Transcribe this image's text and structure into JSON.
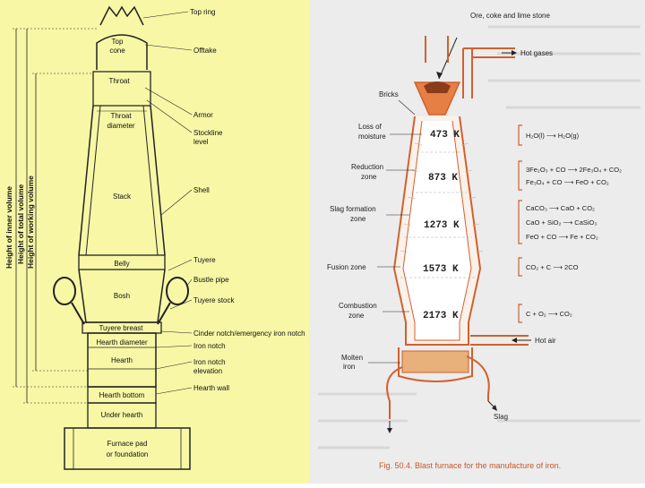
{
  "left_diagram": {
    "labels": {
      "top_ring": "Top ring",
      "top_cone": "Top cone",
      "offtake": "Offtake",
      "throat": "Throat",
      "armor": "Armor",
      "throat_diameter": "Throat diameter",
      "stockline_level": "Stockline level",
      "stack": "Stack",
      "shell": "Shell",
      "belly": "Belly",
      "tuyere": "Tuyere",
      "bosh": "Bosh",
      "bustle_pipe": "Bustle pipe",
      "tuyere_stock": "Tuyere stock",
      "tuyere_breast": "Tuyere breast",
      "cinder_notch": "Cinder notch/emergency iron notch",
      "hearth_diameter": "Hearth diameter",
      "iron_notch": "Iron notch",
      "hearth": "Hearth",
      "iron_notch_elevation": "Iron notch elevation",
      "hearth_bottom": "Hearth bottom",
      "hearth_wall": "Hearth wall",
      "under_hearth": "Under hearth",
      "furnace_pad": "Furnace pad or foundation"
    },
    "vertical_labels": {
      "inner_volume": "Height of inner volume",
      "total_volume": "Height of total volume",
      "working_volume": "Height of working volume"
    }
  },
  "right_diagram": {
    "labels": {
      "charge": "Ore, coke and lime stone",
      "hot_gases": "Hot gases",
      "bricks": "Bricks",
      "loss_of_moisture": "Loss of moisture",
      "reduction_zone": "Reduction zone",
      "slag_formation_zone": "Slag formation zone",
      "fusion_zone": "Fusion zone",
      "combustion_zone": "Combustion zone",
      "hot_air": "Hot air",
      "molten_iron": "Molten iron",
      "slag": "Slag"
    },
    "temperatures": [
      "473 K",
      "873 K",
      "1273 K",
      "1573 K",
      "2173 K"
    ],
    "reactions": [
      [
        "H₂O(l) ⟶ H₂O(g)"
      ],
      [
        "3Fe₂O₃ + CO ⟶ 2Fe₃O₄ + CO₂",
        "Fe₃O₄ + CO ⟶ FeO + CO₂"
      ],
      [
        "CaCO₃ ⟶ CaO + CO₂",
        "CaO + SiO₂ ⟶ CaSiO₃",
        "FeO + CO ⟶ Fe + CO₂"
      ],
      [
        "CO₂ + C ⟶ 2CO"
      ],
      [
        "C + O₂ ⟶ CO₂"
      ]
    ],
    "caption": "Fig. 50.4. Blast furnace for the manufacture of iron.",
    "colors": {
      "outline": "#d2602e",
      "caption": "#c8572b"
    }
  }
}
